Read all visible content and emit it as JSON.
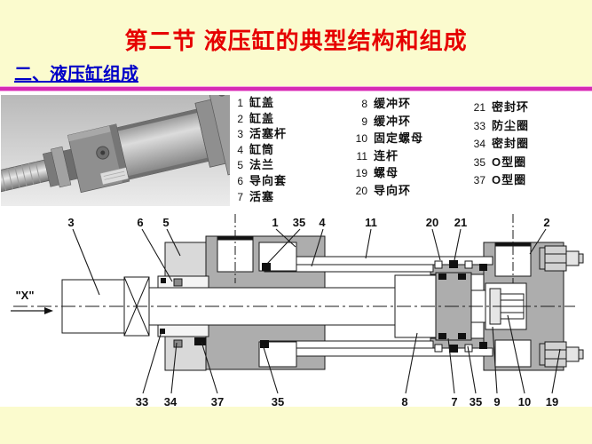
{
  "slide": {
    "title": "第二节 液压缸的典型结构和组成",
    "subtitle": "二、液压缸组成"
  },
  "colors": {
    "background": "#FBFBCE",
    "title_red": "#E60000",
    "subtitle_blue": "#0000C8",
    "divider_magenta": "#D62BB4",
    "diagram_gray": "#ADADAD"
  },
  "legend": {
    "col1": [
      {
        "num": "1",
        "label": "缸盖"
      },
      {
        "num": "2",
        "label": "缸盖"
      },
      {
        "num": "3",
        "label": "活塞杆"
      },
      {
        "num": "4",
        "label": "缸筒"
      },
      {
        "num": "5",
        "label": "法兰"
      },
      {
        "num": "6",
        "label": "导向套"
      },
      {
        "num": "7",
        "label": "活塞"
      }
    ],
    "col2": [
      {
        "num": "8",
        "label": "缓冲环"
      },
      {
        "num": "9",
        "label": "缓冲环"
      },
      {
        "num": "10",
        "label": "固定螺母"
      },
      {
        "num": "11",
        "label": "连杆"
      },
      {
        "num": "19",
        "label": "螺母"
      },
      {
        "num": "20",
        "label": "导向环"
      }
    ],
    "col3": [
      {
        "num": "21",
        "label": "密封环"
      },
      {
        "num": "33",
        "label": "防尘圈"
      },
      {
        "num": "34",
        "label": "密封圈"
      },
      {
        "num": "35",
        "label": "O型圈"
      },
      {
        "num": "37",
        "label": "O型圈"
      }
    ]
  },
  "diagram": {
    "x_marker": "\"X\"",
    "top_labels": [
      "3",
      "6",
      "5",
      "1",
      "35",
      "4",
      "11",
      "20",
      "21",
      "2"
    ],
    "bottom_labels": [
      "33",
      "34",
      "37",
      "35",
      "8",
      "7",
      "35",
      "9",
      "10",
      "19"
    ]
  }
}
